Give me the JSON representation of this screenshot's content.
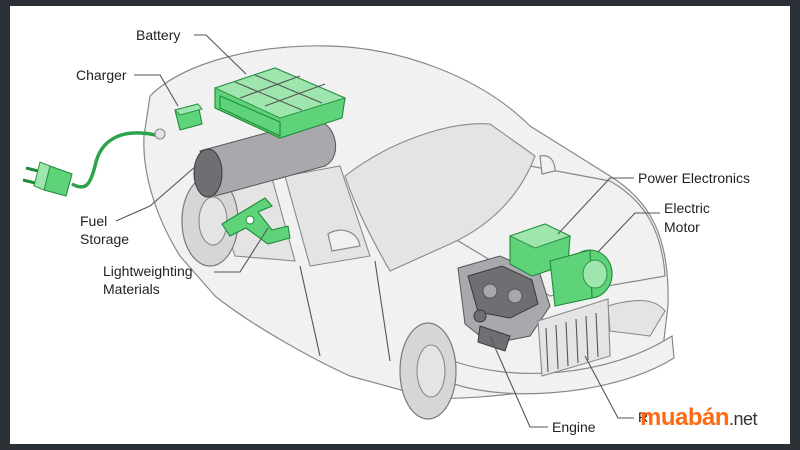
{
  "labels": {
    "battery": "Battery",
    "charger": "Charger",
    "fuel_line1": "Fuel",
    "fuel_line2": "Storage",
    "lightweighting_line1": "Lightweighting",
    "lightweighting_line2": "Materials",
    "power_electronics": "Power Electronics",
    "electric_motor_line1": "Electric",
    "electric_motor_line2": "Motor",
    "engine": "Engine",
    "radiator_partial": "R"
  },
  "watermark": {
    "brand": "muabán",
    "suffix": ".net"
  },
  "colors": {
    "component_green": "#5fd37a",
    "watermark_orange": "#ff6a13",
    "background": "#2b2f36"
  }
}
